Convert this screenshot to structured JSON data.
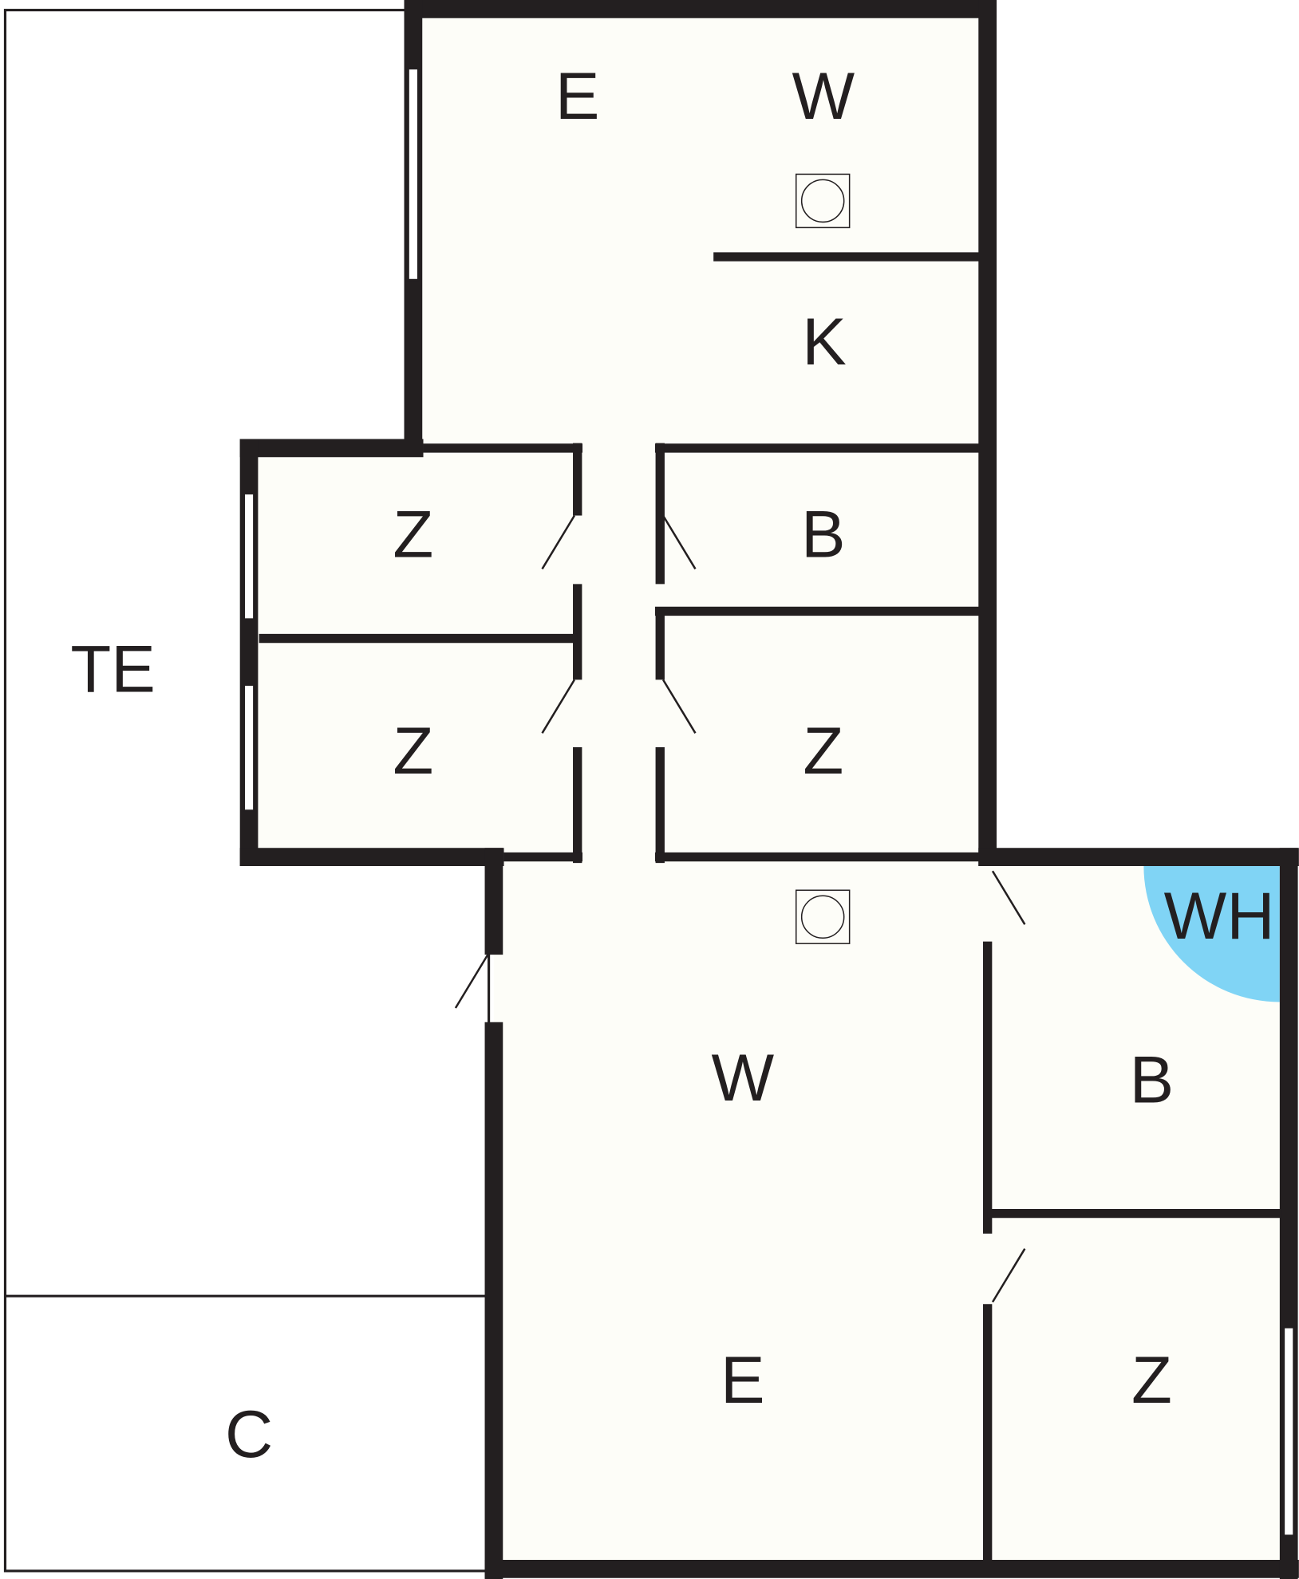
{
  "colors": {
    "wall": "#231f20",
    "floor": "#fdfdf8",
    "water_heater": "#80d4f5"
  },
  "rooms": {
    "te": "TE",
    "c": "C",
    "e_top": "E",
    "w_top": "W",
    "k": "K",
    "z1": "Z",
    "z2": "Z",
    "b1": "B",
    "z3": "Z",
    "w_mid": "W",
    "e_bottom": "E",
    "wh": "WH",
    "b2": "B",
    "z4": "Z"
  }
}
